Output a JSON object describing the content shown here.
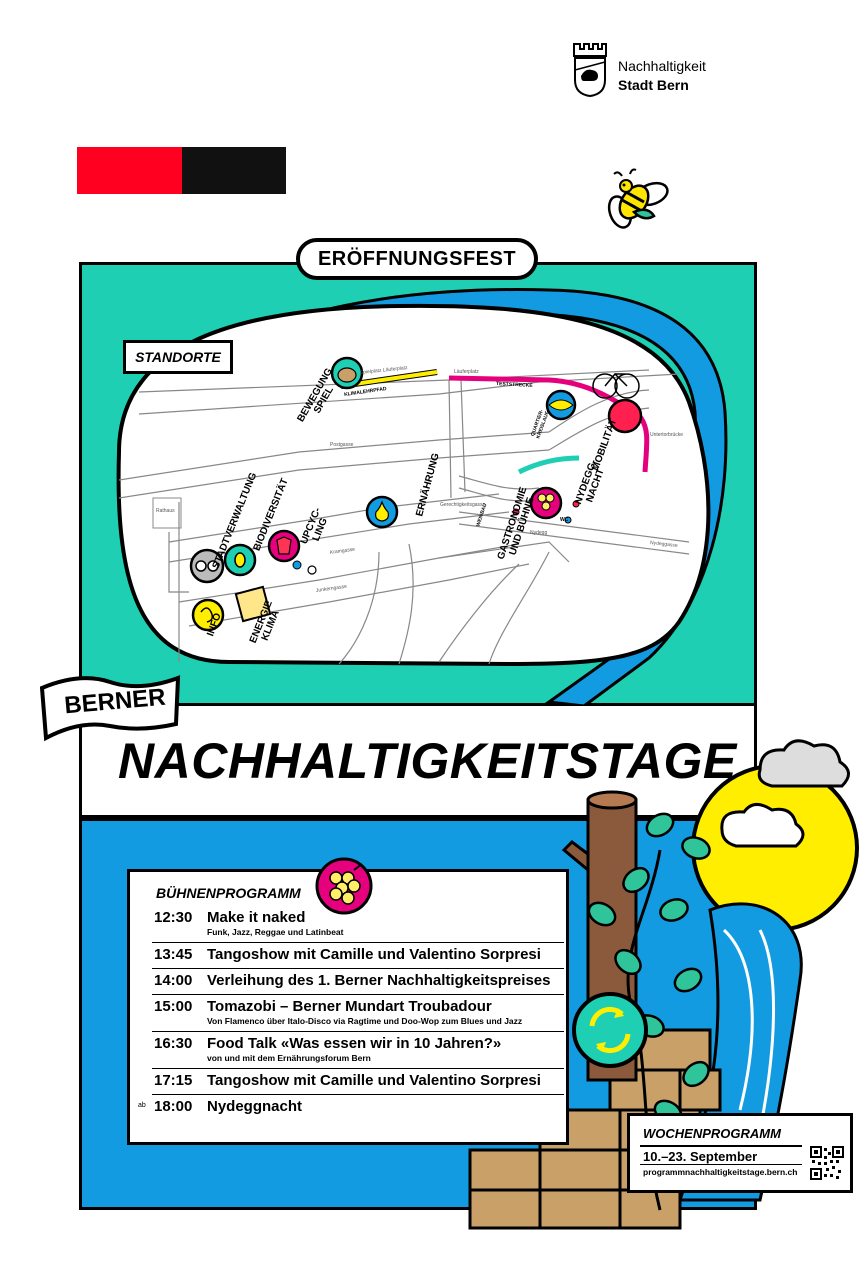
{
  "header": {
    "org_line1": "Nachhaltigkeit",
    "org_line2": "Stadt Bern",
    "logo_icon": "bern-bear-crest-icon",
    "flag_colors": [
      "#ff0020",
      "#111111"
    ]
  },
  "map": {
    "section_label": "ERÖFFNUNGSFEST",
    "standorte_label": "STANDORTE",
    "background_color": "#1ecfb3",
    "river_color": "#139be2",
    "stations": {
      "info": "INFO",
      "energie_klima": "ENERGIE\nKLIMA",
      "stadtverwaltung": "STADTVERWALTUNG",
      "biodiversitaet": "BIODIVERSITÄT",
      "upcycling": "UPCYC-\nLING",
      "ernaehrung": "ERNÄHRUNG",
      "bewegung_spiel": "BEWEGUNG\nSPIEL",
      "mobilitaet": "MOBILITÄT",
      "quartier": "QUARTIER-\nKREISLAUF",
      "nydegg_nacht": "NYDEGG-\nNACHT",
      "gastronomie": "GASTRONOMIE\nUND BÜHNE",
      "kleinbasel": "WEINBAU"
    },
    "paths": {
      "klimalehrpfad": "KLIMALEHRPFAD",
      "teststrecke": "TESTSTRECKE",
      "wc": "WC"
    },
    "streets": [
      "Spielplatz Läuferplatz",
      "Läuferplatz",
      "Untertorbrücke",
      "Nydeggasse",
      "Gerechtigkeitsgasse",
      "Postgasse",
      "Kramgasse",
      "Rathaus",
      "Junkerngasse",
      "Nydegg"
    ]
  },
  "title": {
    "flag_word": "BERNER",
    "main": "NACHHALTIGKEITSTAGE"
  },
  "program": {
    "heading": "BÜHNENPROGRAMM",
    "ab_prefix": "ab",
    "rows": [
      {
        "time": "12:30",
        "title": "Make it naked",
        "sub": "Funk, Jazz, Reggae und Latinbeat"
      },
      {
        "time": "13:45",
        "title": "Tangoshow mit Camille und Valentino Sorpresi",
        "sub": ""
      },
      {
        "time": "14:00",
        "title": "Verleihung des 1. Berner Nachhaltigkeitspreises",
        "sub": ""
      },
      {
        "time": "15:00",
        "title": "Tomazobi – Berner Mundart Troubadour",
        "sub": "Von Flamenco über Italo-Disco via Ragtime und Doo-Wop zum Blues und Jazz"
      },
      {
        "time": "16:30",
        "title": "Food Talk «Was essen wir in 10 Jahren?»",
        "sub": "von und mit dem Ernährungsforum Bern"
      },
      {
        "time": "17:15",
        "title": "Tangoshow mit Camille und Valentino Sorpresi",
        "sub": ""
      },
      {
        "time": "18:00",
        "title": "Nydeggnacht",
        "sub": ""
      }
    ]
  },
  "weekly": {
    "heading": "WOCHENPROGRAMM",
    "dates": "10.–23. September",
    "url": "programmnachhaltigkeitstage.bern.ch",
    "qr_icon": "qr-code-icon"
  },
  "colors": {
    "teal": "#1ecfb3",
    "blue": "#139be2",
    "yellow": "#ffee00",
    "magenta": "#e5007e",
    "brick": "#c8a068",
    "trunk": "#8b5a3c",
    "leaf": "#2fc49a"
  }
}
